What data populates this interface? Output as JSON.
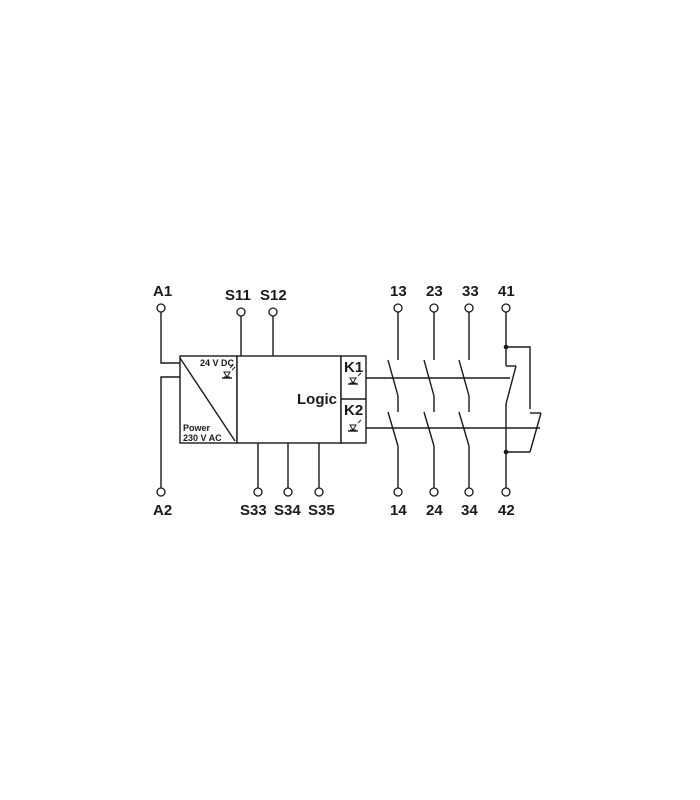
{
  "terminals": {
    "a1": "A1",
    "a2": "A2",
    "s11": "S11",
    "s12": "S12",
    "s33": "S33",
    "s34": "S34",
    "s35": "S35",
    "t13": "13",
    "t14": "14",
    "t23": "23",
    "t24": "24",
    "t33": "33",
    "t34": "34",
    "t41": "41",
    "t42": "42"
  },
  "power_block": {
    "dc_label": "24 V DC",
    "power_label": "Power",
    "ac_label": "230 V AC"
  },
  "logic_block": {
    "label": "Logic"
  },
  "relays": {
    "k1": "K1",
    "k2": "K2"
  }
}
